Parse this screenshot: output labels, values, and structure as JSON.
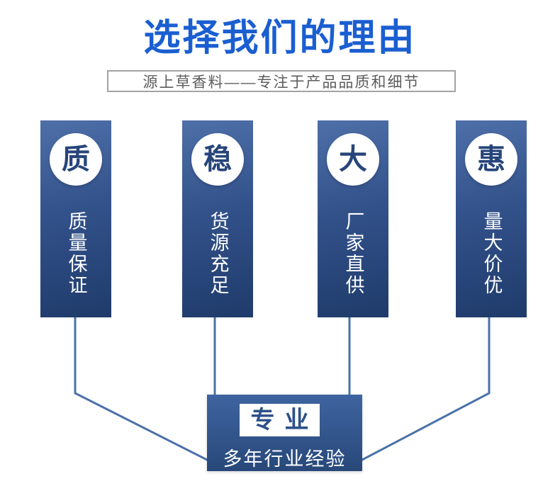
{
  "header": {
    "title": "选择我们的理由",
    "subtitle": "源上草香料——专注于产品品质和细节"
  },
  "pillars": [
    {
      "badge": "质",
      "label": "质量保证"
    },
    {
      "badge": "稳",
      "label": "货源充足"
    },
    {
      "badge": "大",
      "label": "厂家直供"
    },
    {
      "badge": "惠",
      "label": "量大价优"
    }
  ],
  "summary": {
    "badge": "专业",
    "label": "多年行业经验"
  },
  "colors": {
    "title_blue": "#1a5ed1",
    "subtitle_text_gray": "#5c5c5c",
    "subtitle_border_gray": "#a3a3a3",
    "pillar_gradient_top": "#4e6fa8",
    "pillar_gradient_bottom": "#1f3b6b",
    "badge_char_navy": "#27457a",
    "connector_blue": "#4a72a8",
    "summary_gradient_top": "#3e64a0",
    "summary_gradient_bottom": "#284879",
    "summary_badge_text": "#2d5189"
  }
}
